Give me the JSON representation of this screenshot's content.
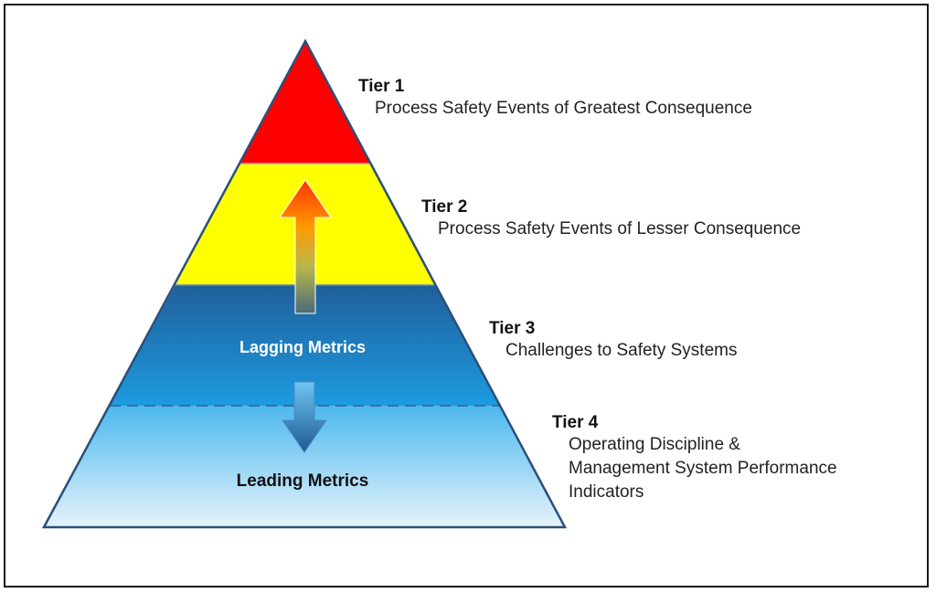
{
  "tiers": [
    {
      "title": "Tier 1",
      "description_lines": [
        "Process Safety Events of Greatest Consequence"
      ]
    },
    {
      "title": "Tier 2",
      "description_lines": [
        "Process Safety Events of Lesser Consequence"
      ]
    },
    {
      "title": "Tier 3",
      "description_lines": [
        "Challenges to Safety Systems"
      ]
    },
    {
      "title": "Tier 4",
      "description_lines": [
        "Operating Discipline &",
        "Management System Performance",
        "Indicators"
      ]
    }
  ],
  "labels": {
    "lagging": "Lagging Metrics",
    "leading": "Leading Metrics"
  },
  "colors": {
    "tier1": "#ff0000",
    "tier2": "#ffff00",
    "tier3_top": "#1f5f9a",
    "tier3_bottom": "#1e9be0",
    "tier4_top": "#4cb8ee",
    "tier4_bottom": "#e6f3fb",
    "outline": "#2b4f7a",
    "dashed_divider": "#3a6da0"
  }
}
